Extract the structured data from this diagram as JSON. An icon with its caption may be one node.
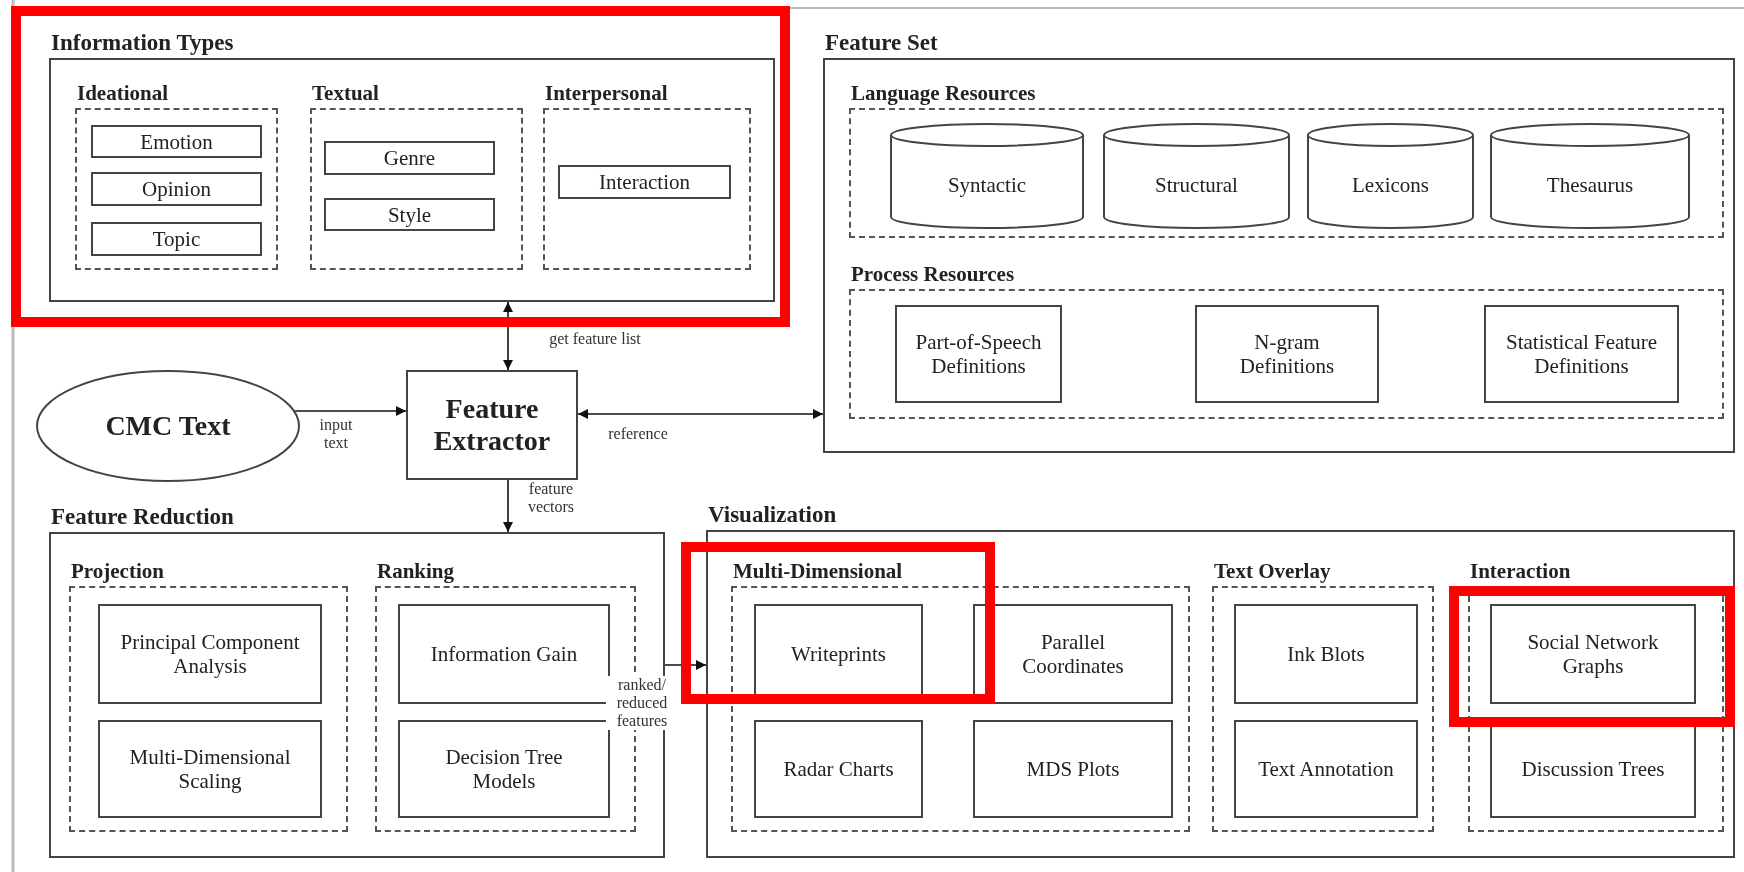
{
  "diagram": {
    "nodes": [
      {
        "text": [
          "Information Types"
        ]
      },
      {
        "text": [
          "Ideational"
        ],
        "in": 0
      },
      {
        "text": [
          "Emotion"
        ],
        "in": 1
      },
      {
        "text": [
          "Opinion"
        ],
        "in": 1
      },
      {
        "text": [
          "Topic"
        ],
        "in": 1
      },
      {
        "text": [
          "Textual"
        ],
        "in": 0
      },
      {
        "text": [
          "Genre"
        ],
        "in": 5
      },
      {
        "text": [
          "Style"
        ],
        "in": 5
      },
      {
        "text": [
          "Interpersonal"
        ],
        "in": 0
      },
      {
        "text": [
          "Interaction"
        ],
        "in": 8
      },
      {
        "text": [
          "Feature Set"
        ]
      },
      {
        "text": [
          "Language Resources"
        ],
        "in": 10
      },
      {
        "text": [
          "Syntactic"
        ],
        "in": 11
      },
      {
        "text": [
          "Structural"
        ],
        "in": 11
      },
      {
        "text": [
          "Lexicons"
        ],
        "in": 11
      },
      {
        "text": [
          "Thesaurus"
        ],
        "in": 11
      },
      {
        "text": [
          "Process Resources"
        ],
        "in": 10
      },
      {
        "text": [
          "Part-of-Speech Definitions"
        ],
        "in": 16
      },
      {
        "text": [
          "N-gram Definitions"
        ],
        "in": 16
      },
      {
        "text": [
          "Statistical Feature Definitions"
        ],
        "in": 16
      },
      {
        "text": [
          "CMC Text"
        ]
      },
      {
        "text": [
          "Feature Extractor"
        ]
      },
      {
        "text": [
          "Feature Reduction"
        ]
      },
      {
        "text": [
          "Projection"
        ],
        "in": 22
      },
      {
        "text": [
          "Principal Component Analysis"
        ],
        "in": 23
      },
      {
        "text": [
          "Multi-Dimensional Scaling"
        ],
        "in": 23
      },
      {
        "text": [
          "Ranking"
        ],
        "in": 22
      },
      {
        "text": [
          "Information Gain"
        ],
        "in": 26
      },
      {
        "text": [
          "Decision Tree Models"
        ],
        "in": 26
      },
      {
        "text": [
          "Visualization"
        ]
      },
      {
        "text": [
          "Multi-Dimensional"
        ],
        "in": 29
      },
      {
        "text": [
          "Writeprints"
        ],
        "in": 30
      },
      {
        "text": [
          "Parallel Coordinates"
        ],
        "in": 30
      },
      {
        "text": [
          "Radar Charts"
        ],
        "in": 30
      },
      {
        "text": [
          "MDS Plots"
        ],
        "in": 30
      },
      {
        "text": [
          "Text Overlay"
        ],
        "in": 29
      },
      {
        "text": [
          "Ink Blots"
        ],
        "in": 35
      },
      {
        "text": [
          "Text Annotation"
        ],
        "in": 35
      },
      {
        "text": [
          "Interaction"
        ],
        "in": 29
      },
      {
        "text": [
          "Social Network Graphs"
        ],
        "in": 38
      },
      {
        "text": [
          "Discussion Trees"
        ],
        "in": 38
      }
    ],
    "edges": [
      {
        "from": 21,
        "to": 0,
        "arrow": "both",
        "label": "get feature list"
      },
      {
        "from": 20,
        "to": 21,
        "arrow": "to",
        "label": "input text"
      },
      {
        "from": 21,
        "to": 10,
        "arrow": "both",
        "label": "reference"
      },
      {
        "from": 21,
        "to": 22,
        "arrow": "to",
        "label": "feature vectors"
      },
      {
        "from": 22,
        "to": 29,
        "arrow": "to",
        "label": "ranked/ reduced features"
      }
    ]
  }
}
